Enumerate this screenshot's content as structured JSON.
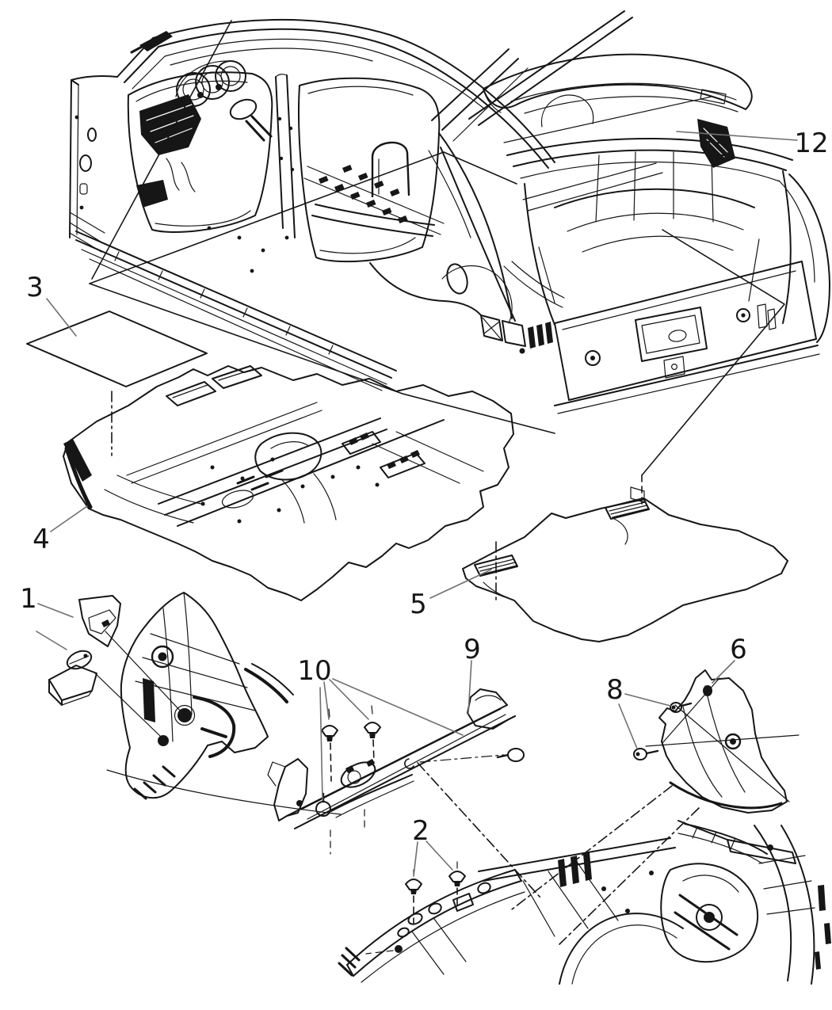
{
  "diagram": {
    "type": "exploded-parts-line-art",
    "background_color": "#ffffff",
    "line_color": "#161616",
    "leader_line_color": "#6f6f6f",
    "callouts": [
      {
        "label": "1"
      },
      {
        "label": "2"
      },
      {
        "label": "3"
      },
      {
        "label": "4"
      },
      {
        "label": "5"
      },
      {
        "label": "6"
      },
      {
        "label": "8"
      },
      {
        "label": "9"
      },
      {
        "label": "10"
      },
      {
        "label": "12"
      }
    ]
  }
}
